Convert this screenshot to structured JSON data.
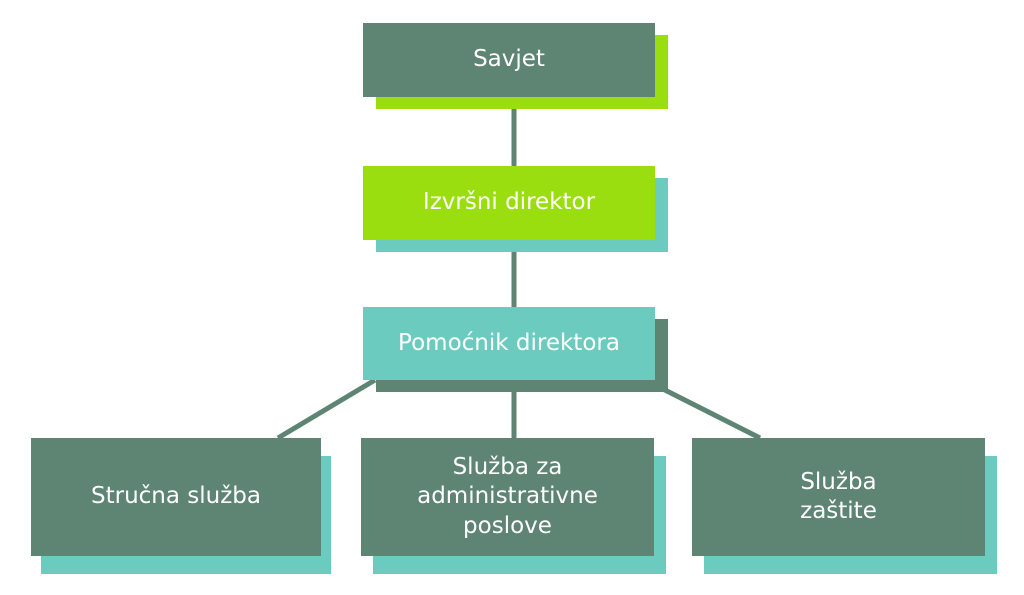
{
  "colors": {
    "dark_green": "#5E8473",
    "lime": "#9ADE10",
    "teal": "#6CCBBF",
    "connector": "#5E8473",
    "background": "#FFFFFF"
  },
  "nodes": {
    "savjet": {
      "label": "Savjet",
      "fill": "#5E8473",
      "shadow": "#9ADE10"
    },
    "izvrsni": {
      "label": "Izvršni direktor",
      "fill": "#9ADE10",
      "shadow": "#6CCBBF"
    },
    "pomocnik": {
      "label": "Pomoćnik direktora",
      "fill": "#6CCBBF",
      "shadow": "#5E8473"
    },
    "strucna": {
      "label": "Stručna služba",
      "fill": "#5E8473",
      "shadow": "#6CCBBF"
    },
    "administrativne": {
      "label": "Služba za\nadministrativne\nposlove",
      "fill": "#5E8473",
      "shadow": "#6CCBBF"
    },
    "zastite": {
      "label": "Služba\nzaštite",
      "fill": "#5E8473",
      "shadow": "#6CCBBF"
    }
  }
}
